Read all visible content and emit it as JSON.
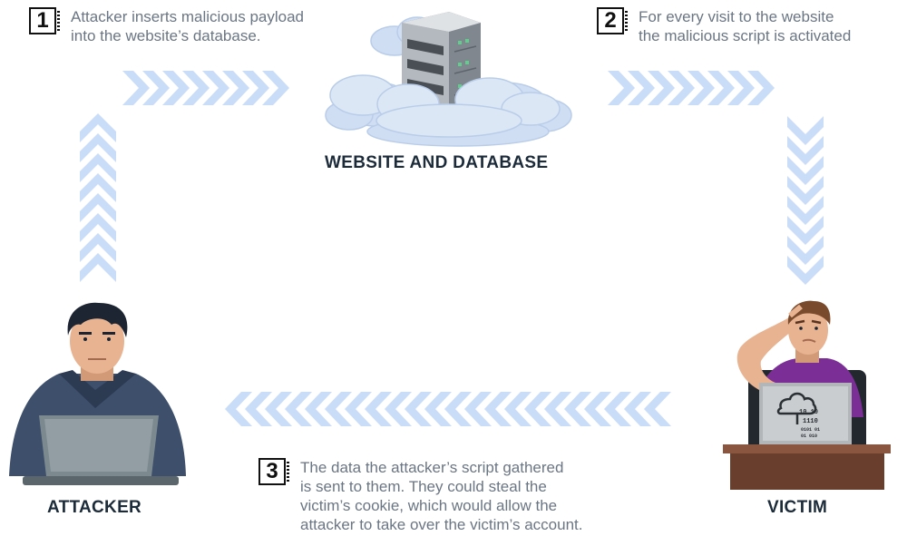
{
  "steps": [
    {
      "num": "1",
      "text": "Attacker inserts malicious payload\ninto the website’s database."
    },
    {
      "num": "2",
      "text": "For every visit to the website\nthe malicious script is activated"
    },
    {
      "num": "3",
      "text": "The data the attacker’s script gathered\nis sent to them. They could steal the\nvictim’s cookie, which would allow the\nattacker to take over the victim’s account."
    }
  ],
  "labels": {
    "website": "WEBSITE AND DATABASE",
    "attacker": "ATTACKER",
    "victim": "VICTIM"
  },
  "screen_code": {
    "line1": "10  10",
    "line2": "1110",
    "line3": "0101  01",
    "line4": "01   010"
  },
  "colors": {
    "arrow": "#c9dcf8",
    "cloud": "#cfdef3",
    "server": "#9aa1a8",
    "hoodie": "#3d4f6b",
    "shirt": "#7b2f96",
    "desk": "#7a4a36"
  }
}
